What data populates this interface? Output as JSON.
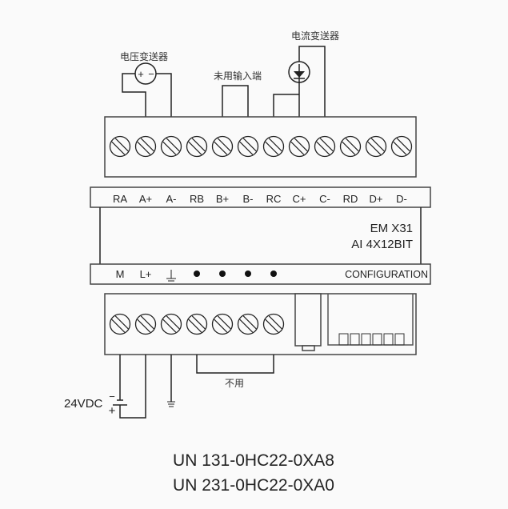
{
  "top_labels": {
    "voltage_transmitter": "电压变送器",
    "unused_input": "未用输入端",
    "current_transmitter": "电流变送器"
  },
  "top_terminals": [
    "RA",
    "A+",
    "A-",
    "RB",
    "B+",
    "B-",
    "RC",
    "C+",
    "C-",
    "RD",
    "D+",
    "D-"
  ],
  "module": {
    "name": "EM  X31",
    "desc": "AI 4X12BIT"
  },
  "bottom_terminals": [
    "M",
    "L+"
  ],
  "configuration_label": "CONFIGURATION",
  "unused_label": "不用",
  "supply_label": "24VDC",
  "battery_minus": "−",
  "battery_plus": "+",
  "transmitter_signs": {
    "plus": "+",
    "minus": "−"
  },
  "models": [
    "UN 131-0HC22-0XA8",
    "UN 231-0HC22-0XA0"
  ],
  "icons": [
    "screw-terminal-icon",
    "ground-icon",
    "battery-icon",
    "current-source-icon",
    "voltage-source-icon",
    "dot-terminal-icon"
  ]
}
